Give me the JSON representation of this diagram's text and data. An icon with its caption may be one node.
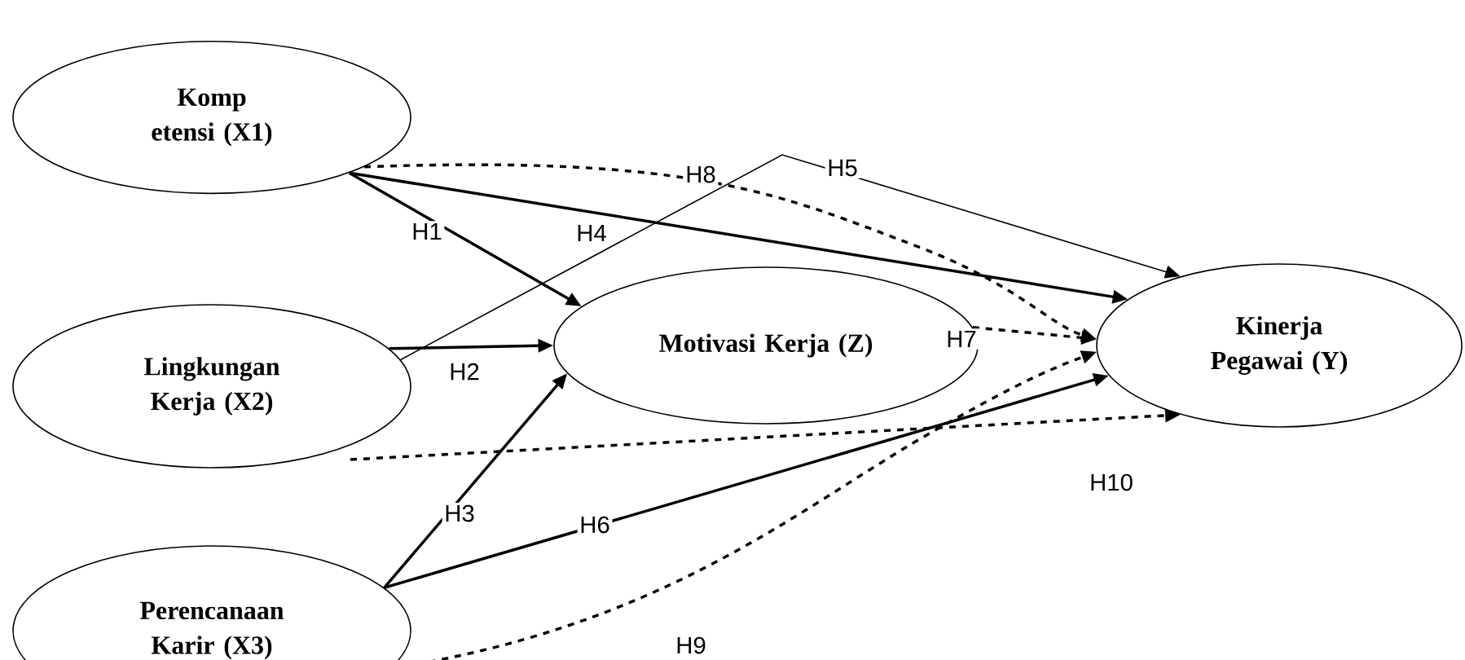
{
  "diagram": {
    "nodes": [
      {
        "text": [
          "Komp etensi (X1)"
        ]
      },
      {
        "text": [
          "Lingkungan Kerja (X2)"
        ]
      },
      {
        "text": [
          "Perencanaan Karir (X3)"
        ]
      },
      {
        "text": [
          "Motivasi Kerja (Z)"
        ]
      },
      {
        "text": [
          "Kinerja Pegawai (Y)"
        ]
      }
    ],
    "edges": [
      {
        "from": 0,
        "to": 3,
        "arrow": "to",
        "label": "H1"
      },
      {
        "from": 0,
        "to": 4,
        "arrow": "to",
        "label": "H4"
      },
      {
        "from": 0,
        "to": 4,
        "arrow": "to",
        "label": "H8",
        "style": "dashed"
      },
      {
        "from": 1,
        "to": 4,
        "arrow": "to",
        "label": "H5"
      },
      {
        "from": 1,
        "to": 3,
        "arrow": "to",
        "label": "H2"
      },
      {
        "from": 3,
        "to": 4,
        "arrow": "to",
        "label": "H7",
        "style": "dashed"
      },
      {
        "from": 1,
        "to": 4,
        "arrow": "to",
        "label": "H10",
        "style": "dashed"
      },
      {
        "from": 2,
        "to": 3,
        "arrow": "to",
        "label": "H3"
      },
      {
        "from": 2,
        "to": 4,
        "arrow": "to",
        "label": "H6"
      },
      {
        "from": 2,
        "to": 4,
        "arrow": "to",
        "label": "H9",
        "style": "dashed"
      }
    ]
  }
}
